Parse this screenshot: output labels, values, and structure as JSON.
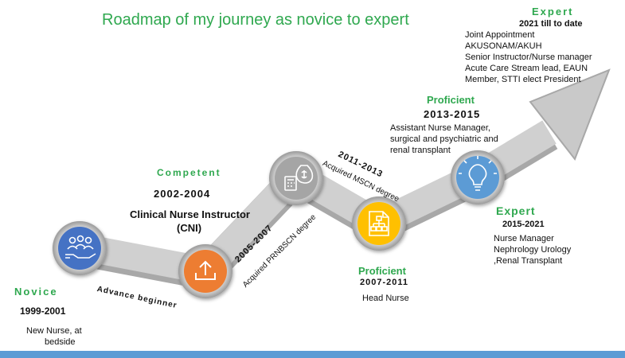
{
  "title": "Roadmap of my journey as novice to expert",
  "stages": {
    "novice": {
      "label": "Novice",
      "years": "1999-2001",
      "desc1": "New Nurse, at",
      "desc2": "bedside"
    },
    "advance_beginner": {
      "label": "Advance beginner"
    },
    "stage_2005": {
      "years": "2005-2007",
      "desc": "Acquired PRNBSCN degree"
    },
    "competent": {
      "label": "Competent",
      "years": "2002-2004",
      "desc1": "Clinical Nurse Instructor",
      "desc2": "(CNI)"
    },
    "stage_2011": {
      "years": "2011-2013",
      "desc": "Acquired MSCN degree"
    },
    "proficient_head": {
      "label": "Proficient",
      "years": "2007-2011",
      "desc": "Head Nurse"
    },
    "proficient_2013": {
      "label": "Proficient",
      "years": "2013-2015",
      "desc1": "Assistant Nurse Manager,",
      "desc2": "surgical and psychiatric and",
      "desc3": "renal transplant"
    },
    "expert_2015": {
      "label": "Expert",
      "years": "2015-2021",
      "desc1": "Nurse Manager",
      "desc2": "Nephrology Urology",
      "desc3": ",Renal Transplant"
    },
    "expert_2021": {
      "label": "Expert",
      "years": "2021 till to date",
      "desc1": "Joint Appointment",
      "desc2": "AKUSONAM/AKUH",
      "desc3": "Senior Instructor/Nurse manager",
      "desc4": "Acute Care Stream lead, EAUN",
      "desc5": "Member, STTI elect President"
    }
  },
  "icons": {
    "novice": "people-hand-icon",
    "advance": "upload-tray-icon",
    "competent": "calculator-money-icon",
    "proficient": "flowchart-document-icon",
    "expert": "lightbulb-icon"
  },
  "colors": {
    "title": "#2fa84f",
    "novice_circle": "#4472c4",
    "advance_circle": "#ed7d31",
    "competent_circle": "#a5a5a5",
    "proficient_circle": "#ffc000",
    "expert_circle": "#5b9bd5",
    "path": "#c9c9c9",
    "bottom_bar": "#5b9bd5"
  }
}
